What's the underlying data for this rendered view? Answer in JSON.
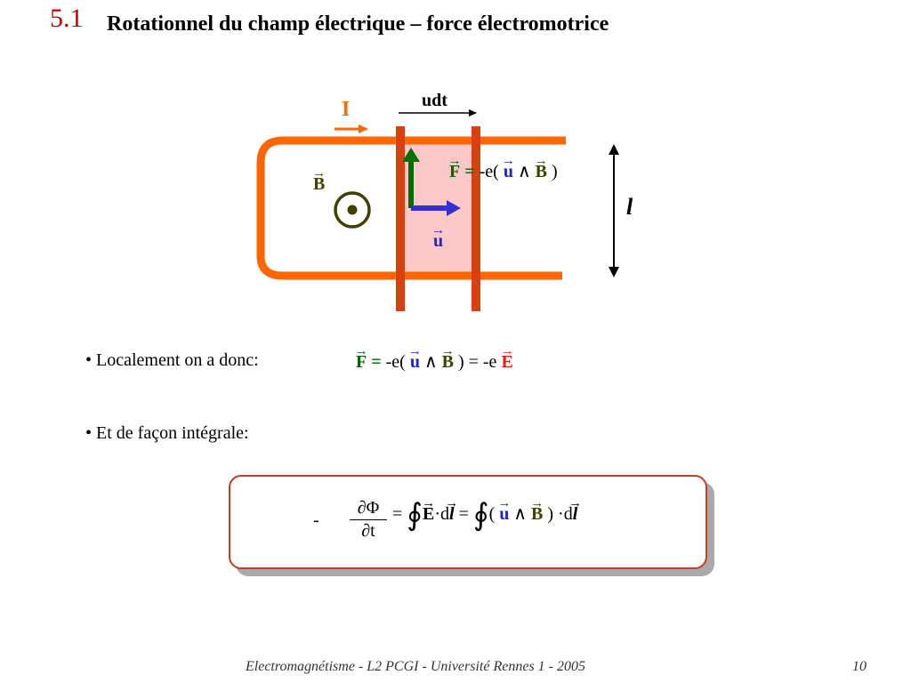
{
  "header": {
    "number": "5.1",
    "title": "Rotationnel du champ électrique – force électromotrice"
  },
  "diagram": {
    "current_label": "I",
    "displacement_u": "u",
    "displacement_dt": "dt",
    "field_label": "B",
    "velocity_label": "u",
    "length_label": "l",
    "force": {
      "F": "F",
      "eq": "=",
      "pre": "-e(",
      "u": "u",
      "wedge": "∧",
      "B": "B",
      "post": ")"
    }
  },
  "body": {
    "local": {
      "text": "• Localement on a donc:",
      "F": "F",
      "eq": "=",
      "pre": "-e(",
      "u": "u",
      "wedge": "∧",
      "B": "B",
      "post": ")",
      "eq2": "= -e",
      "E": "E"
    },
    "integral": {
      "text": "• Et de façon intégrale:"
    }
  },
  "equation": {
    "minus": "-",
    "numerator": "∂Φ",
    "denominator": "∂t",
    "eq1": "=",
    "oint1": "∮",
    "E": "E",
    "dot1": "·",
    "d1": "d",
    "l1": "l",
    "eq2": "=",
    "oint2": "∮",
    "open": "(",
    "u": "u",
    "wedge": "∧",
    "B": "B",
    "close": ")",
    "dot2": "·",
    "d2": "d",
    "l2": "l"
  },
  "footer": {
    "text": "Electromagnétisme - L2 PCGI - Université Rennes 1 - 2005",
    "page": "10"
  },
  "colors": {
    "title_number": "#c00000",
    "circuit": "#ff6600",
    "rails": "#d84010",
    "shaded": "#ffc8c8",
    "force": "#006600",
    "velocity": "#3333cc",
    "field": "#404000",
    "E": "#e02010"
  }
}
